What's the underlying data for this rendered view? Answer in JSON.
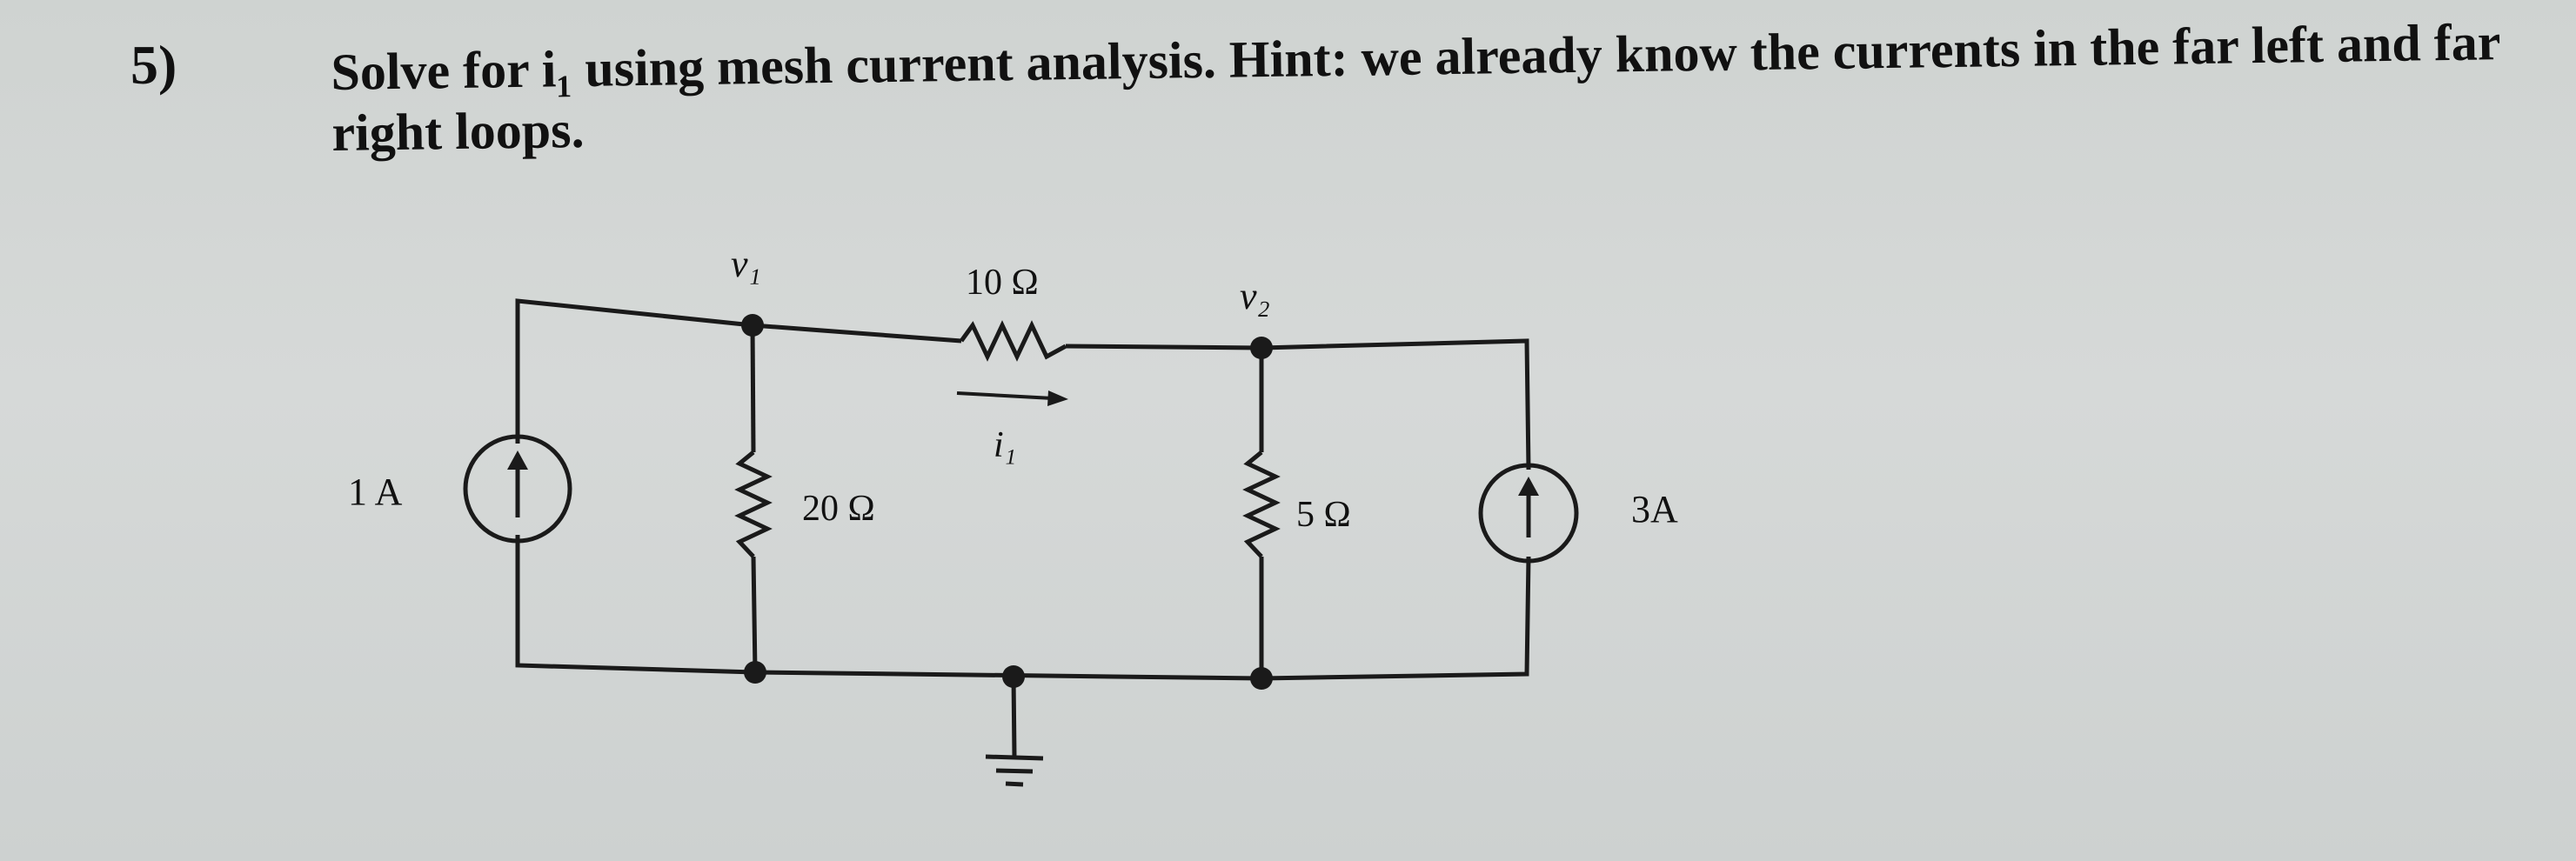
{
  "problem": {
    "number": "5)",
    "text": "Solve for i₁ using mesh current analysis. Hint: we already know the currents in the far left and far right loops."
  },
  "circuit": {
    "left_source_label": "1 A",
    "right_source_label": "3A",
    "r_series_label": "10 Ω",
    "r_left_shunt_label": "20 Ω",
    "r_right_shunt_label": "5 Ω",
    "node1_label": "v₁",
    "node2_label": "v₂",
    "current_label": "i₁"
  }
}
